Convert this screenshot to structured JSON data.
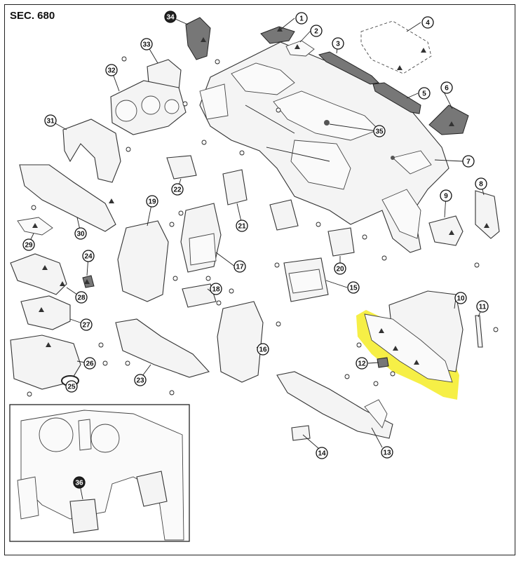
{
  "diagram": {
    "section_label": "SEC. 680",
    "highlight_color": "#f5ee3c",
    "callouts": [
      "1",
      "2",
      "3",
      "4",
      "5",
      "6",
      "7",
      "8",
      "9",
      "10",
      "11",
      "12",
      "13",
      "14",
      "15",
      "16",
      "17",
      "18",
      "19",
      "20",
      "21",
      "22",
      "23",
      "24",
      "25",
      "26",
      "27",
      "28",
      "29",
      "30",
      "31",
      "32",
      "33",
      "34",
      "35",
      "36"
    ],
    "dark_callouts": [
      "34",
      "36"
    ]
  }
}
